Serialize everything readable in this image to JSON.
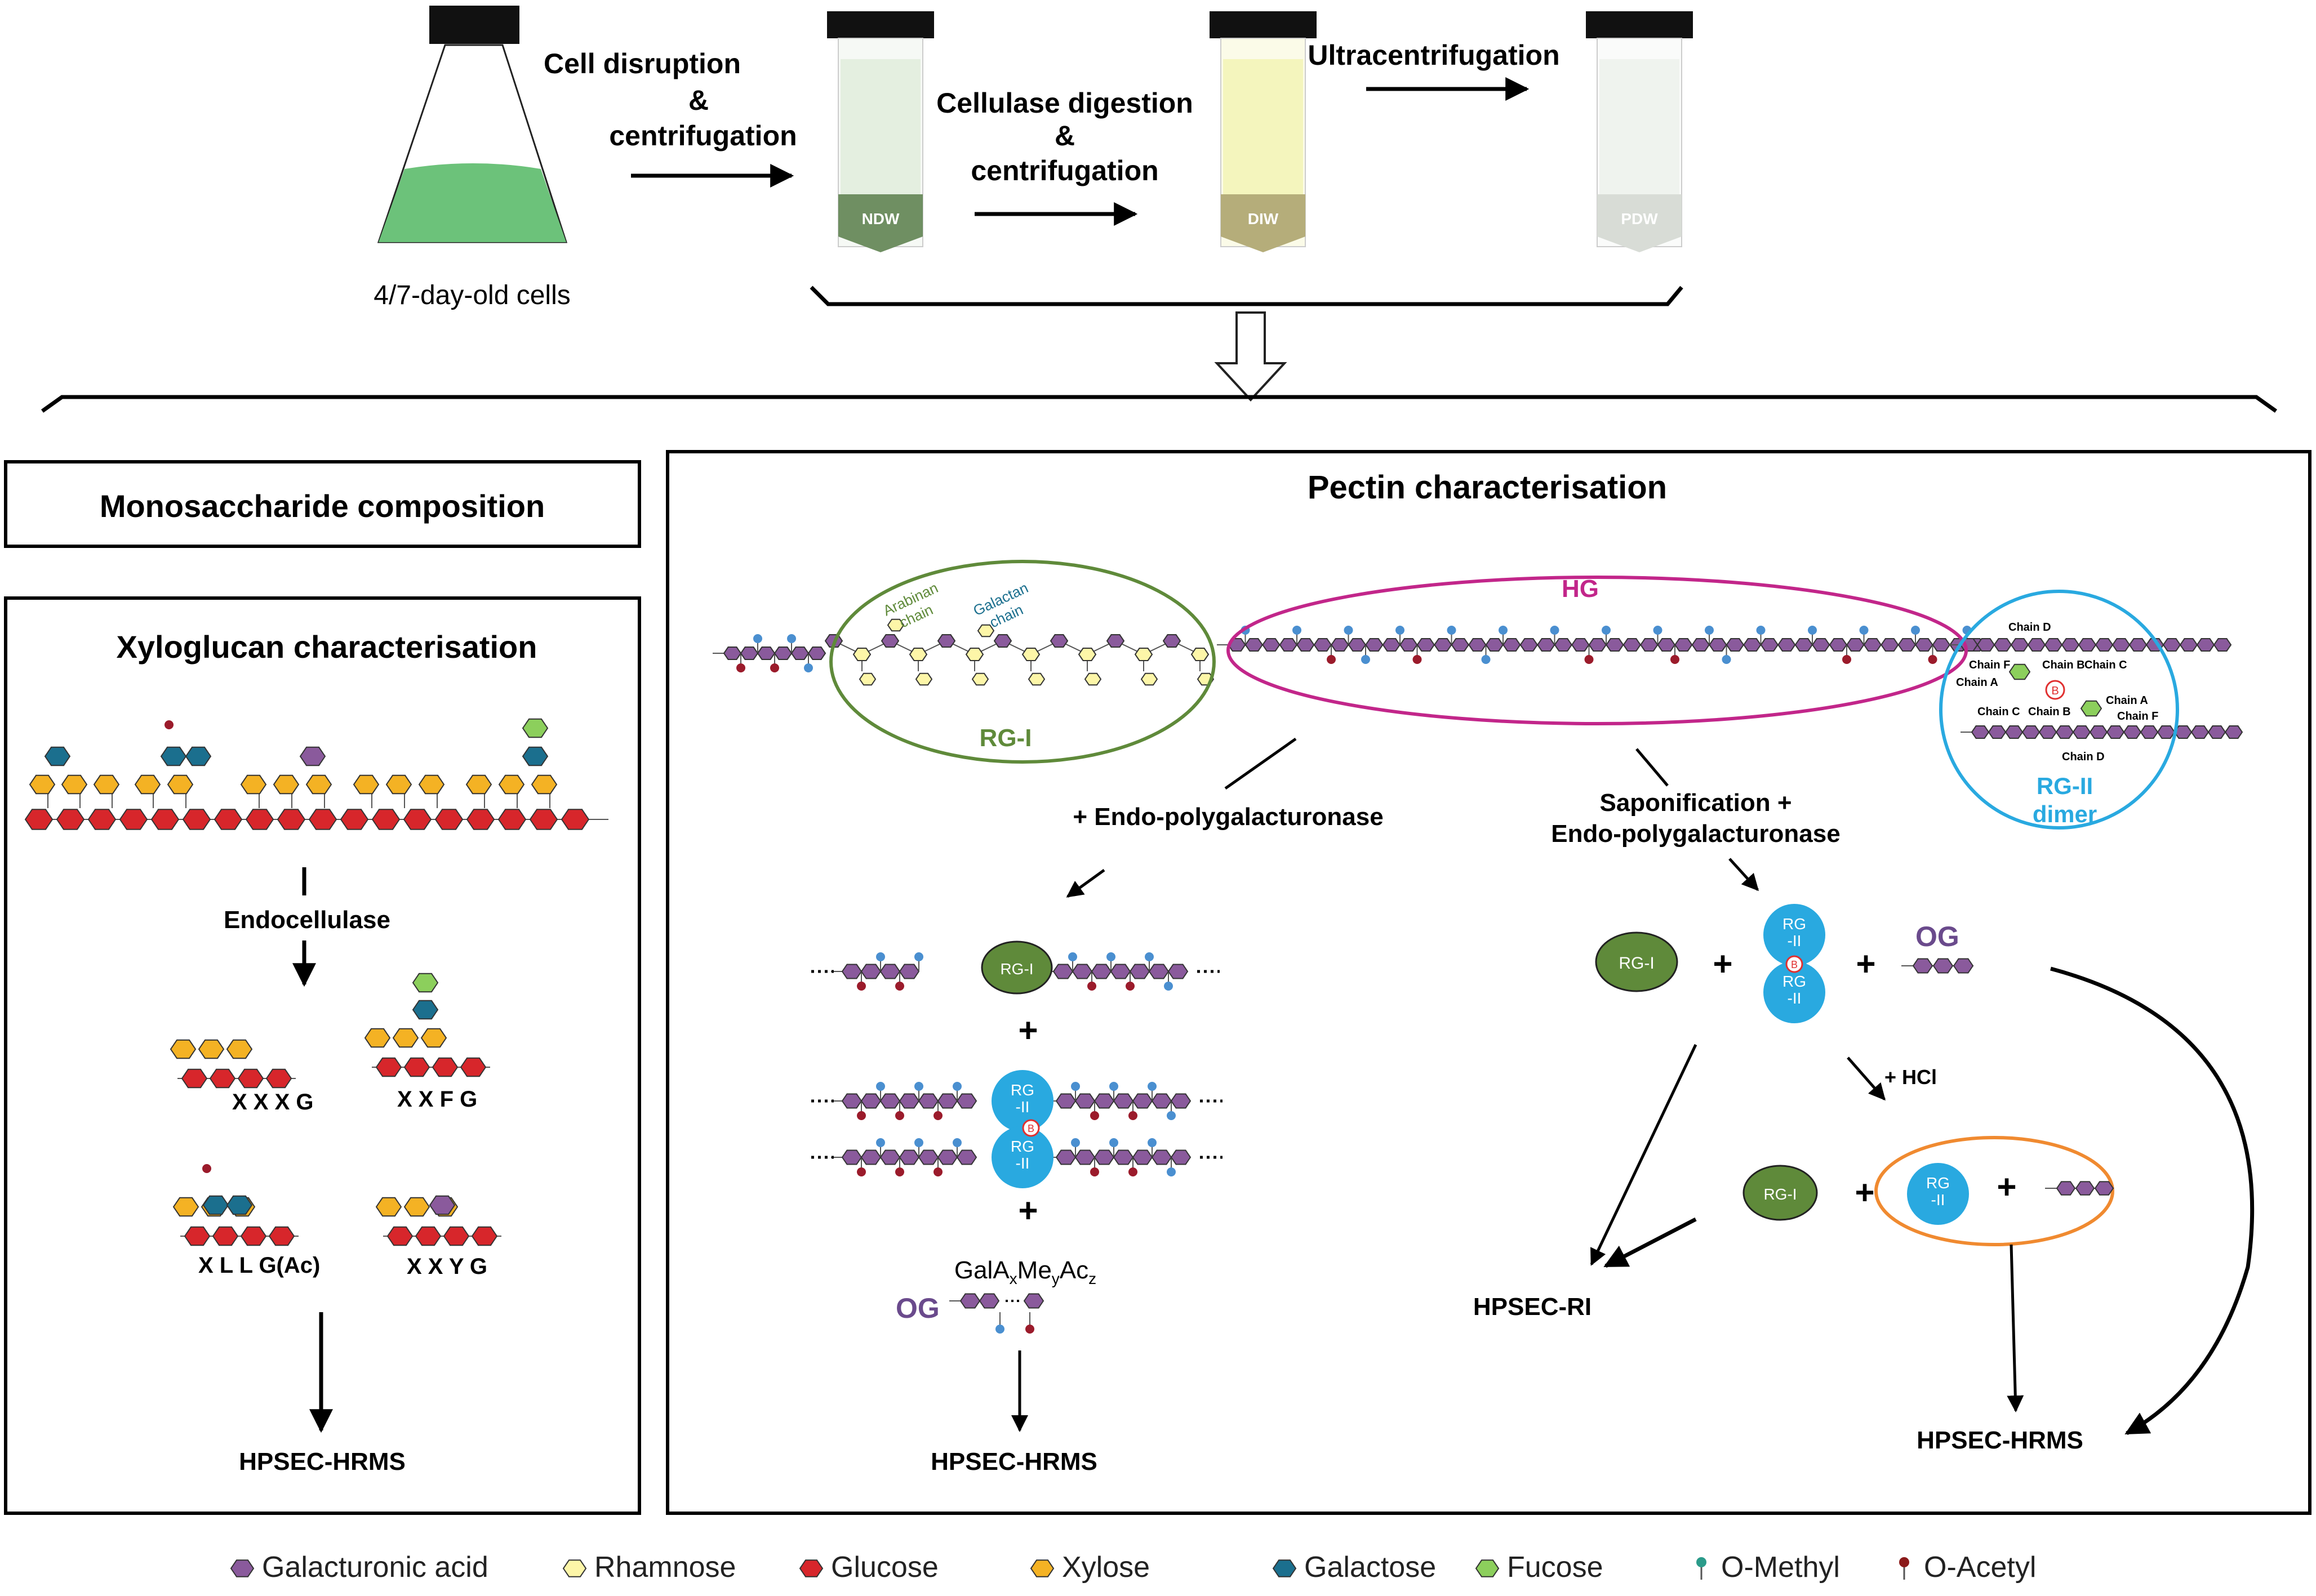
{
  "pipeline": {
    "flask_label": "4/7-day-old cells",
    "step1": [
      "Cell disruption",
      "&",
      "centrifugation"
    ],
    "step2": [
      "Cellulase digestion",
      "&",
      "centrifugation"
    ],
    "step3": "Ultracentrifugation",
    "tube1": "NDW",
    "tube2": "DIW",
    "tube3": "PDW"
  },
  "mono_box": {
    "title": "Monosaccharide composition"
  },
  "xylo": {
    "title": "Xyloglucan characterisation",
    "enzyme": "Endocellulase",
    "fragments": [
      "X X X G",
      "X X F G",
      "X L L G(Ac)",
      "X X Y G"
    ],
    "output": "HPSEC-HRMS"
  },
  "pectin": {
    "title": "Pectin characterisation",
    "rg1_label": "RG-I",
    "hg_label": "HG",
    "rg2_label": [
      "RG-II",
      "dimer"
    ],
    "arabinan": [
      "Arabinan",
      "chain"
    ],
    "galactan": [
      "Galactan",
      "chain"
    ],
    "chains": [
      "Chain D",
      "Chain F",
      "Chain B",
      "Chain C",
      "Chain A",
      "Chain A",
      "Chain C",
      "Chain B",
      "Chain F",
      "Chain D"
    ],
    "boron": "B",
    "left_enzyme": "+ Endo-polygalacturonase",
    "right_enzyme": [
      "Saponification +",
      "Endo-polygalacturonase"
    ],
    "rg1_blob": "RG-I",
    "rg2_blob": [
      "RG",
      "-II"
    ],
    "plus": "+",
    "og_label": "OG",
    "og_formula": {
      "base": "GalA",
      "x": "x",
      "me": "Me",
      "y": "y",
      "ac": "Ac",
      "z": "z"
    },
    "hcl": "+ HCl",
    "out_left": "HPSEC-HRMS",
    "out_ri": "HPSEC-RI",
    "out_right": "HPSEC-HRMS"
  },
  "legend": [
    {
      "label": "Galacturonic acid",
      "color": "#8a5a9c",
      "shape": "hexagon"
    },
    {
      "label": "Rhamnose",
      "color": "#fdf6a8",
      "shape": "hexagon"
    },
    {
      "label": "Glucose",
      "color": "#d7262b",
      "shape": "hexagon"
    },
    {
      "label": "Xylose",
      "color": "#f4b224",
      "shape": "hexagon"
    },
    {
      "label": "Galactose",
      "color": "#1b6f8e",
      "shape": "hexagon"
    },
    {
      "label": "Fucose",
      "color": "#8ccf5c",
      "shape": "hexagon"
    },
    {
      "label": "O-Methyl",
      "color": "#2b9b8a",
      "shape": "pin"
    },
    {
      "label": "O-Acetyl",
      "color": "#8b1a1a",
      "shape": "pin"
    }
  ],
  "colors": {
    "galA": "#8a5a9c",
    "rha": "#fdf6a8",
    "glc": "#d7262b",
    "xyl": "#f4b224",
    "gal": "#1b6f8e",
    "fuc": "#8ccf5c",
    "methyl": "#4a8fd0",
    "acetyl": "#9b1b2b",
    "rg1": "#5f8a3a",
    "hg": "#c2268a",
    "rg2": "#29a9e0",
    "orange": "#f08a30"
  }
}
